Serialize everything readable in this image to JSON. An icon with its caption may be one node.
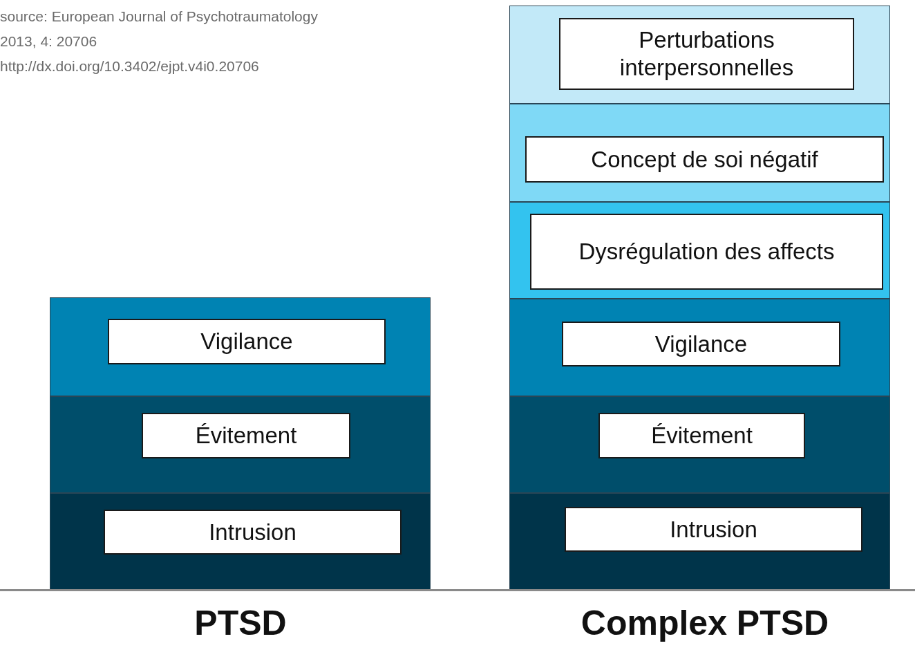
{
  "diagram": {
    "nodes": [
      {
        "text": [
          "Perturbations interpersonnelles"
        ]
      },
      {
        "text": [
          "Concept de soi négatif"
        ]
      },
      {
        "text": [
          "Dysrégulation des affects"
        ]
      },
      {
        "text": [
          "Vigilance"
        ]
      },
      {
        "text": [
          "Vigilance"
        ]
      },
      {
        "text": [
          "Évitement"
        ]
      },
      {
        "text": [
          "Évitement"
        ]
      },
      {
        "text": [
          "Intrusion"
        ]
      },
      {
        "text": [
          "Intrusion"
        ]
      }
    ],
    "labels": [
      "source: European Journal of Psychotraumatology",
      "2013, 4: 20706",
      "http://dx.doi.org/10.3402/ejpt.v4i0.20706",
      "PTSD",
      "Complex PTSD"
    ]
  }
}
